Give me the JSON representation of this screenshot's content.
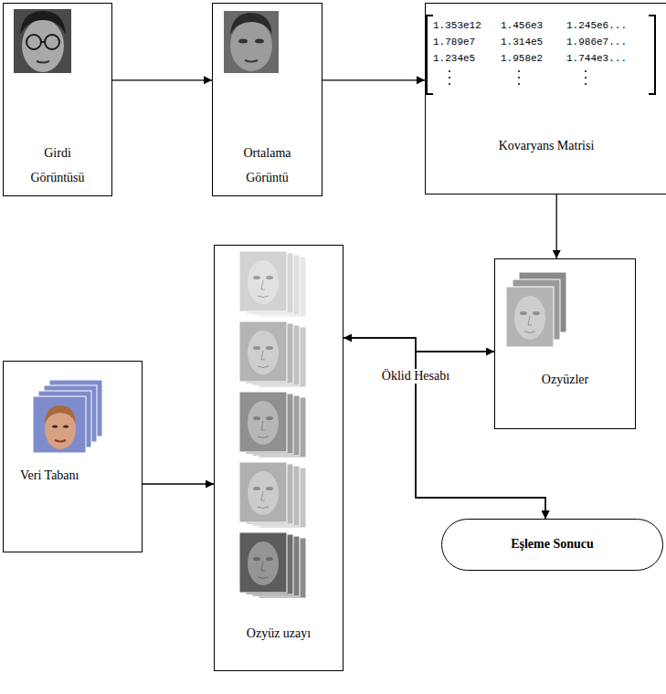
{
  "diagram": {
    "nodes": [
      {
        "text": [
          "Girdi Görüntüsü"
        ]
      },
      {
        "text": [
          "Ortalama Görüntü"
        ]
      },
      {
        "text": [
          "Kovaryans Matrisi"
        ]
      },
      {
        "text": [
          "Ozyüzler"
        ]
      },
      {
        "text": [
          "Ozyüz uzayı"
        ]
      },
      {
        "text": [
          "Veri Tabanı"
        ]
      },
      {
        "text": [
          "Eşleme Sonucu"
        ]
      }
    ],
    "edges": [
      {
        "from": 0,
        "to": 1,
        "arrow": "to"
      },
      {
        "from": 1,
        "to": 2,
        "arrow": "to"
      },
      {
        "from": 2,
        "to": 3,
        "arrow": "to"
      },
      {
        "from": 3,
        "to": 4,
        "arrow": "both"
      },
      {
        "from": 5,
        "to": 4,
        "arrow": "to"
      },
      {
        "from": 4,
        "to": 6,
        "arrow": "to",
        "label": "Öklid Hesabı"
      },
      {
        "from": 3,
        "to": 6,
        "arrow": "to"
      }
    ],
    "labels": [
      "1.353e12",
      "1.456e3",
      "1.245e6...",
      "1.789e7",
      "1.314e5",
      "1.986e7...",
      "1.234e5",
      "1.958e2",
      "1.744e3..."
    ]
  }
}
